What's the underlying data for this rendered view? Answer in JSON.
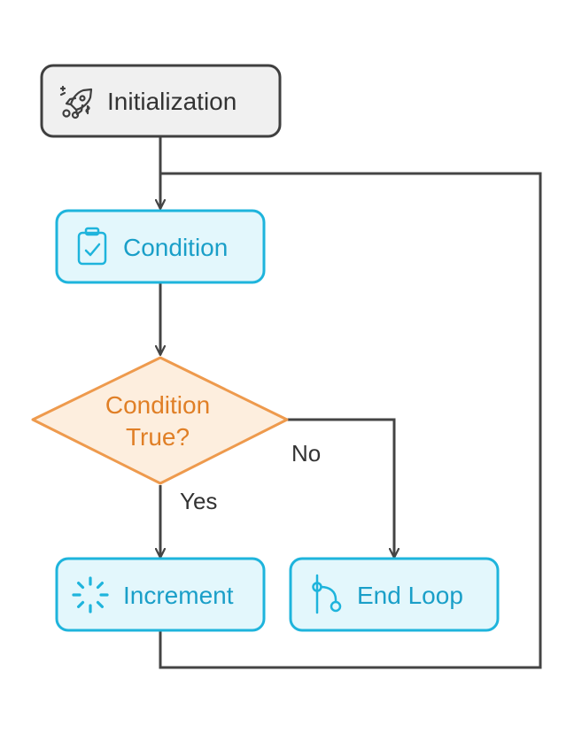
{
  "nodes": {
    "initialization": {
      "label": "Initialization",
      "icon": "rocket-icon"
    },
    "condition": {
      "label": "Condition",
      "icon": "clipboard-check-icon"
    },
    "decision": {
      "line1": "Condition",
      "line2": "True?"
    },
    "increment": {
      "label": "Increment",
      "icon": "loader-icon"
    },
    "end_loop": {
      "label": "End Loop",
      "icon": "git-branch-icon"
    }
  },
  "edges": {
    "yes_label": "Yes",
    "no_label": "No"
  },
  "colors": {
    "gray_fill": "#f0f0f0",
    "gray_stroke": "#3f3f3f",
    "blue_fill": "#e3f7fc",
    "blue_stroke": "#1eb4dc",
    "blue_text": "#1a9fc8",
    "orange_fill": "#fdeede",
    "orange_stroke": "#ee9a4d",
    "orange_text": "#e07f26",
    "line": "#444444"
  }
}
